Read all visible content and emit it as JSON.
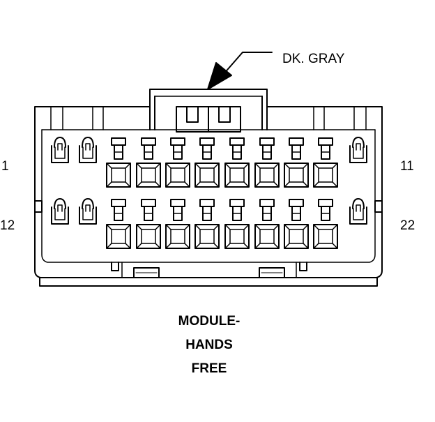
{
  "wire_color_label": "DK. GRAY",
  "pin_labels": {
    "top_left": "1",
    "top_right": "11",
    "bottom_left": "12",
    "bottom_right": "22"
  },
  "caption": {
    "line1": "MODULE-",
    "line2": "HANDS",
    "line3": "FREE"
  }
}
